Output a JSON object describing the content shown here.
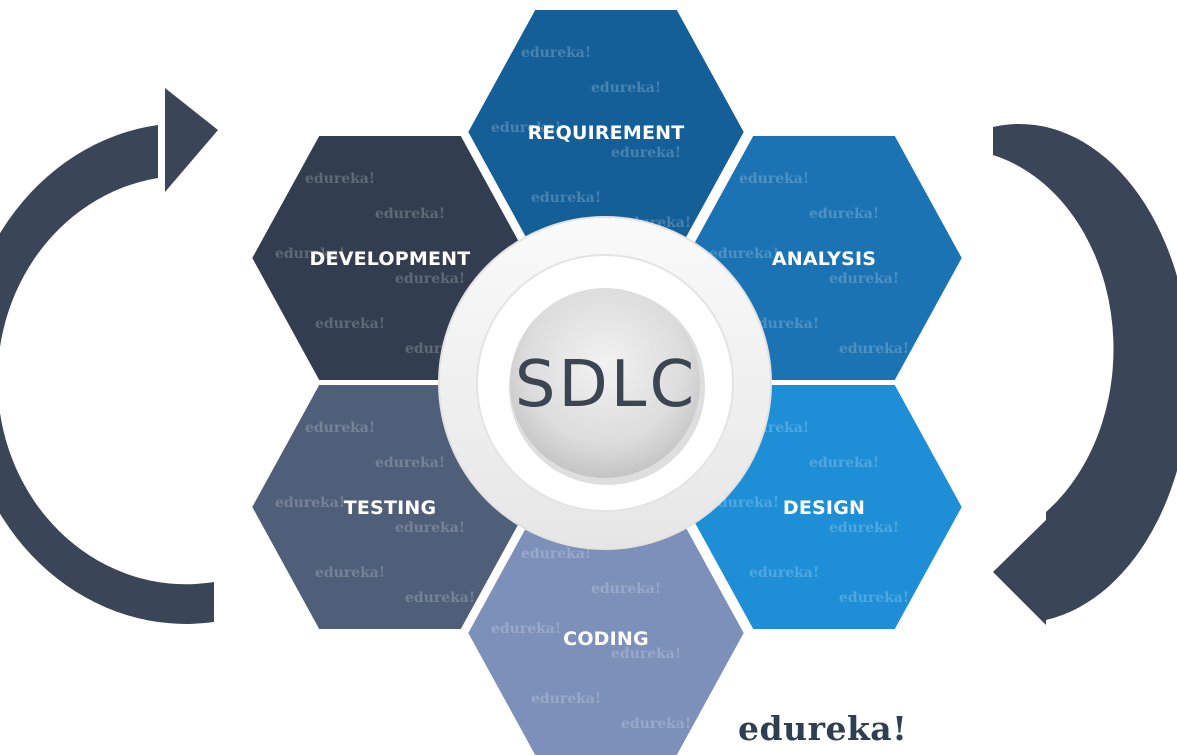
{
  "center": {
    "label": "SDLC"
  },
  "phases": [
    {
      "id": "requirement",
      "label": "REQUIREMENT",
      "color": "#155f98"
    },
    {
      "id": "analysis",
      "label": "ANALYSIS",
      "color": "#1b73b3"
    },
    {
      "id": "design",
      "label": "DESIGN",
      "color": "#1e8fd6"
    },
    {
      "id": "coding",
      "label": "CODING",
      "color": "#7d90ba"
    },
    {
      "id": "testing",
      "label": "TESTING",
      "color": "#4f5f79"
    },
    {
      "id": "development",
      "label": "DEVELOPMENT",
      "color": "#323e4f"
    }
  ],
  "watermark": "edureka!",
  "brand": {
    "logo_text": "edureka!",
    "color": "#2f3f52"
  },
  "arrow_color": "#3a4557"
}
